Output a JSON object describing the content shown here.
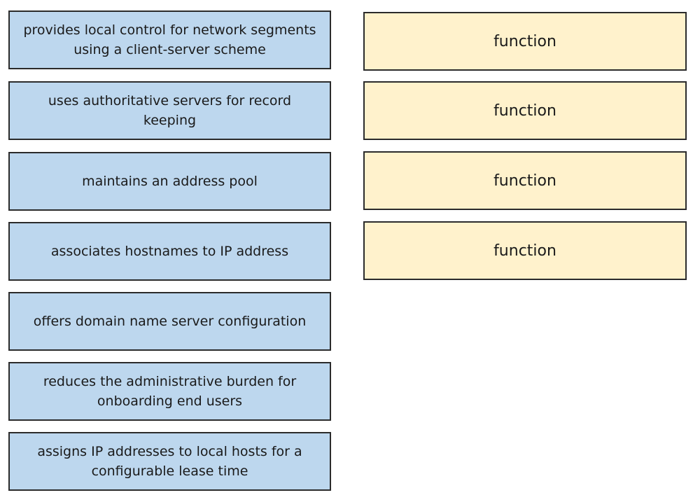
{
  "options": [
    {
      "label": "provides local control for network segments using a client-server scheme"
    },
    {
      "label": "uses authoritative servers for record keeping"
    },
    {
      "label": "maintains an address pool"
    },
    {
      "label": "associates hostnames to IP address"
    },
    {
      "label": "offers domain name server configuration"
    },
    {
      "label": "reduces the administrative burden for onboarding end users"
    },
    {
      "label": "assigns IP addresses to local hosts for a configurable lease time"
    }
  ],
  "targets": [
    {
      "label": "function"
    },
    {
      "label": "function"
    },
    {
      "label": "function"
    },
    {
      "label": "function"
    }
  ],
  "colors": {
    "option_fill": "#bdd7ee",
    "target_fill": "#fff2cc",
    "border": "#2b2b2b"
  }
}
